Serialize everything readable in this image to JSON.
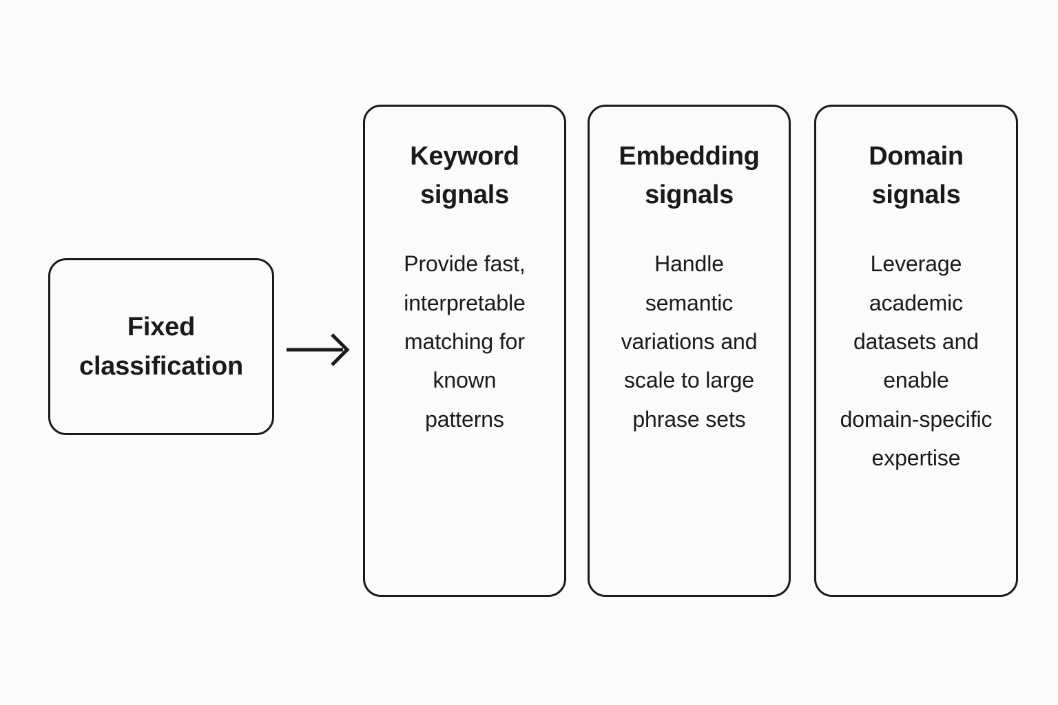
{
  "diagram": {
    "type": "flow",
    "background_color": "#fbfbfb",
    "stroke_color": "#1a1a1a",
    "source": {
      "label": "Fixed\nclassification"
    },
    "connector": {
      "icon": "arrow-right-icon",
      "from": "Fixed classification",
      "to": "signal cards"
    },
    "cards": [
      {
        "title": "Keyword\nsignals",
        "body": "Provide fast,\ninterpretable\nmatching for\nknown\npatterns"
      },
      {
        "title": "Embedding\nsignals",
        "body": "Handle\nsemantic\nvariations and\nscale to large\nphrase sets"
      },
      {
        "title": "Domain\nsignals",
        "body": "Leverage\nacademic\ndatasets and\nenable\ndomain-specific\nexpertise"
      }
    ]
  }
}
